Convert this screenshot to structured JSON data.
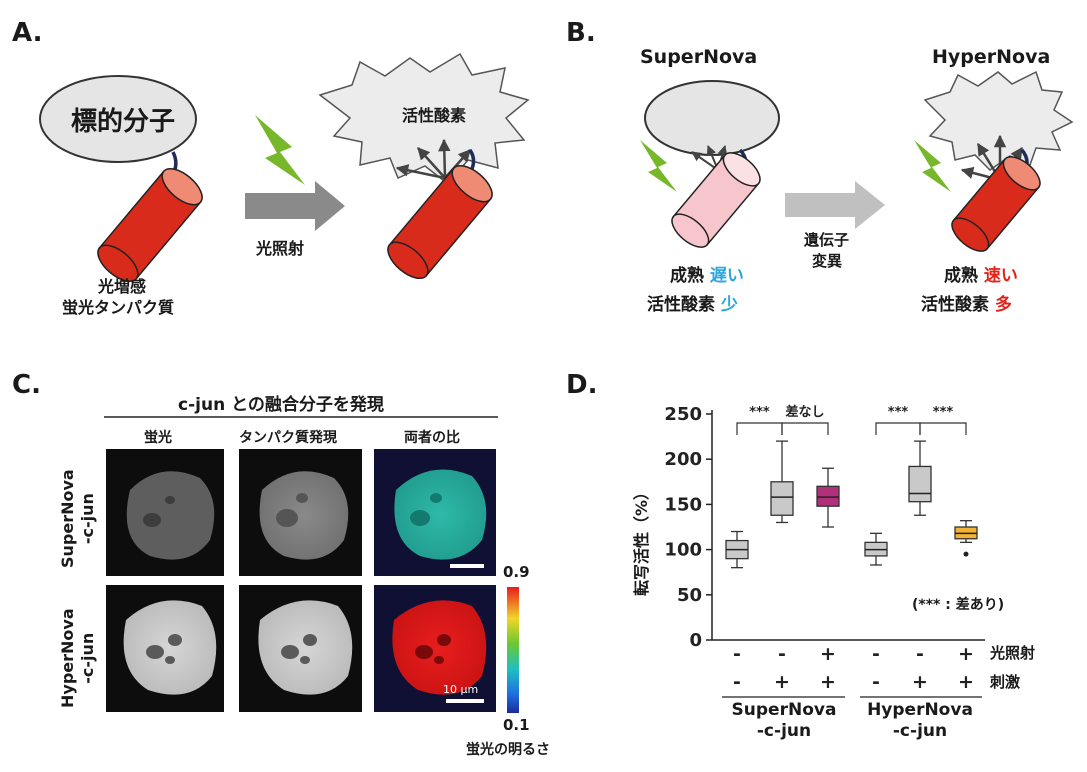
{
  "panels": {
    "A": {
      "label": "A.",
      "target_molecule": "標的分子",
      "active_oxygen": "活性酸素",
      "light_irradiation": "光照射",
      "protein_line1": "光増感",
      "protein_line2": "蛍光タンパク質"
    },
    "B": {
      "label": "B.",
      "supernova": "SuperNova",
      "hypernova": "HyperNova",
      "mutation_line1": "遺伝子",
      "mutation_line2": "変異",
      "maturation": "成熟",
      "slow": "遅い",
      "fast": "速い",
      "active_oxygen": "活性酸素",
      "less": "少",
      "more": "多"
    },
    "C": {
      "label": "C.",
      "title": "c-jun との融合分子を発現",
      "col_fluor": "蛍光",
      "col_expression": "タンパク質発現",
      "col_ratio": "両者の比",
      "row1_line1": "SuperNova",
      "row1_line2": "-c-jun",
      "row2_line1": "HyperNova",
      "row2_line2": "-c-jun",
      "scale_bar": "10 μm",
      "colorbar_max": "0.9",
      "colorbar_min": "0.1",
      "colorbar_label": "蛍光の明るさ"
    },
    "D": {
      "label": "D."
    }
  },
  "colors": {
    "protein_red": "#d92b1c",
    "protein_red_top": "#ef8a74",
    "protein_pink": "#f7c6cc",
    "lightning_green": "#76b82a",
    "blue_text": "#29a7df",
    "red_text": "#e2231a",
    "box_gray": "#c9c9c9",
    "box_magenta": "#b0307a",
    "box_orange": "#f2b233"
  },
  "chart_data": {
    "type": "box",
    "ylabel": "転写活性（%）",
    "yticks": [
      0,
      50,
      100,
      150,
      200,
      250
    ],
    "ylim": [
      0,
      250
    ],
    "groups": [
      {
        "label_line1": "SuperNova",
        "label_line2": "-c-jun"
      },
      {
        "label_line1": "HyperNova",
        "label_line2": "-c-jun"
      }
    ],
    "boxes": [
      {
        "group": 0,
        "light": "-",
        "stim": "-",
        "min": 80,
        "q1": 90,
        "median": 100,
        "q3": 110,
        "max": 120,
        "color": "#c9c9c9"
      },
      {
        "group": 0,
        "light": "-",
        "stim": "+",
        "min": 130,
        "q1": 138,
        "median": 158,
        "q3": 175,
        "max": 220,
        "color": "#c9c9c9"
      },
      {
        "group": 0,
        "light": "+",
        "stim": "+",
        "min": 125,
        "q1": 148,
        "median": 158,
        "q3": 170,
        "max": 190,
        "color": "#b0307a"
      },
      {
        "group": 1,
        "light": "-",
        "stim": "-",
        "min": 83,
        "q1": 93,
        "median": 100,
        "q3": 108,
        "max": 118,
        "color": "#c9c9c9"
      },
      {
        "group": 1,
        "light": "-",
        "stim": "+",
        "min": 138,
        "q1": 153,
        "median": 162,
        "q3": 192,
        "max": 220,
        "color": "#c9c9c9"
      },
      {
        "group": 1,
        "light": "+",
        "stim": "+",
        "min": 108,
        "q1": 112,
        "median": 118,
        "q3": 125,
        "max": 132,
        "outlier": 95,
        "color": "#f2b233"
      }
    ],
    "row_label_light": "光照射",
    "row_label_stim": "刺激",
    "significance": [
      "***",
      "差なし",
      "***",
      "***"
    ],
    "note": "(*** : 差あり)"
  }
}
